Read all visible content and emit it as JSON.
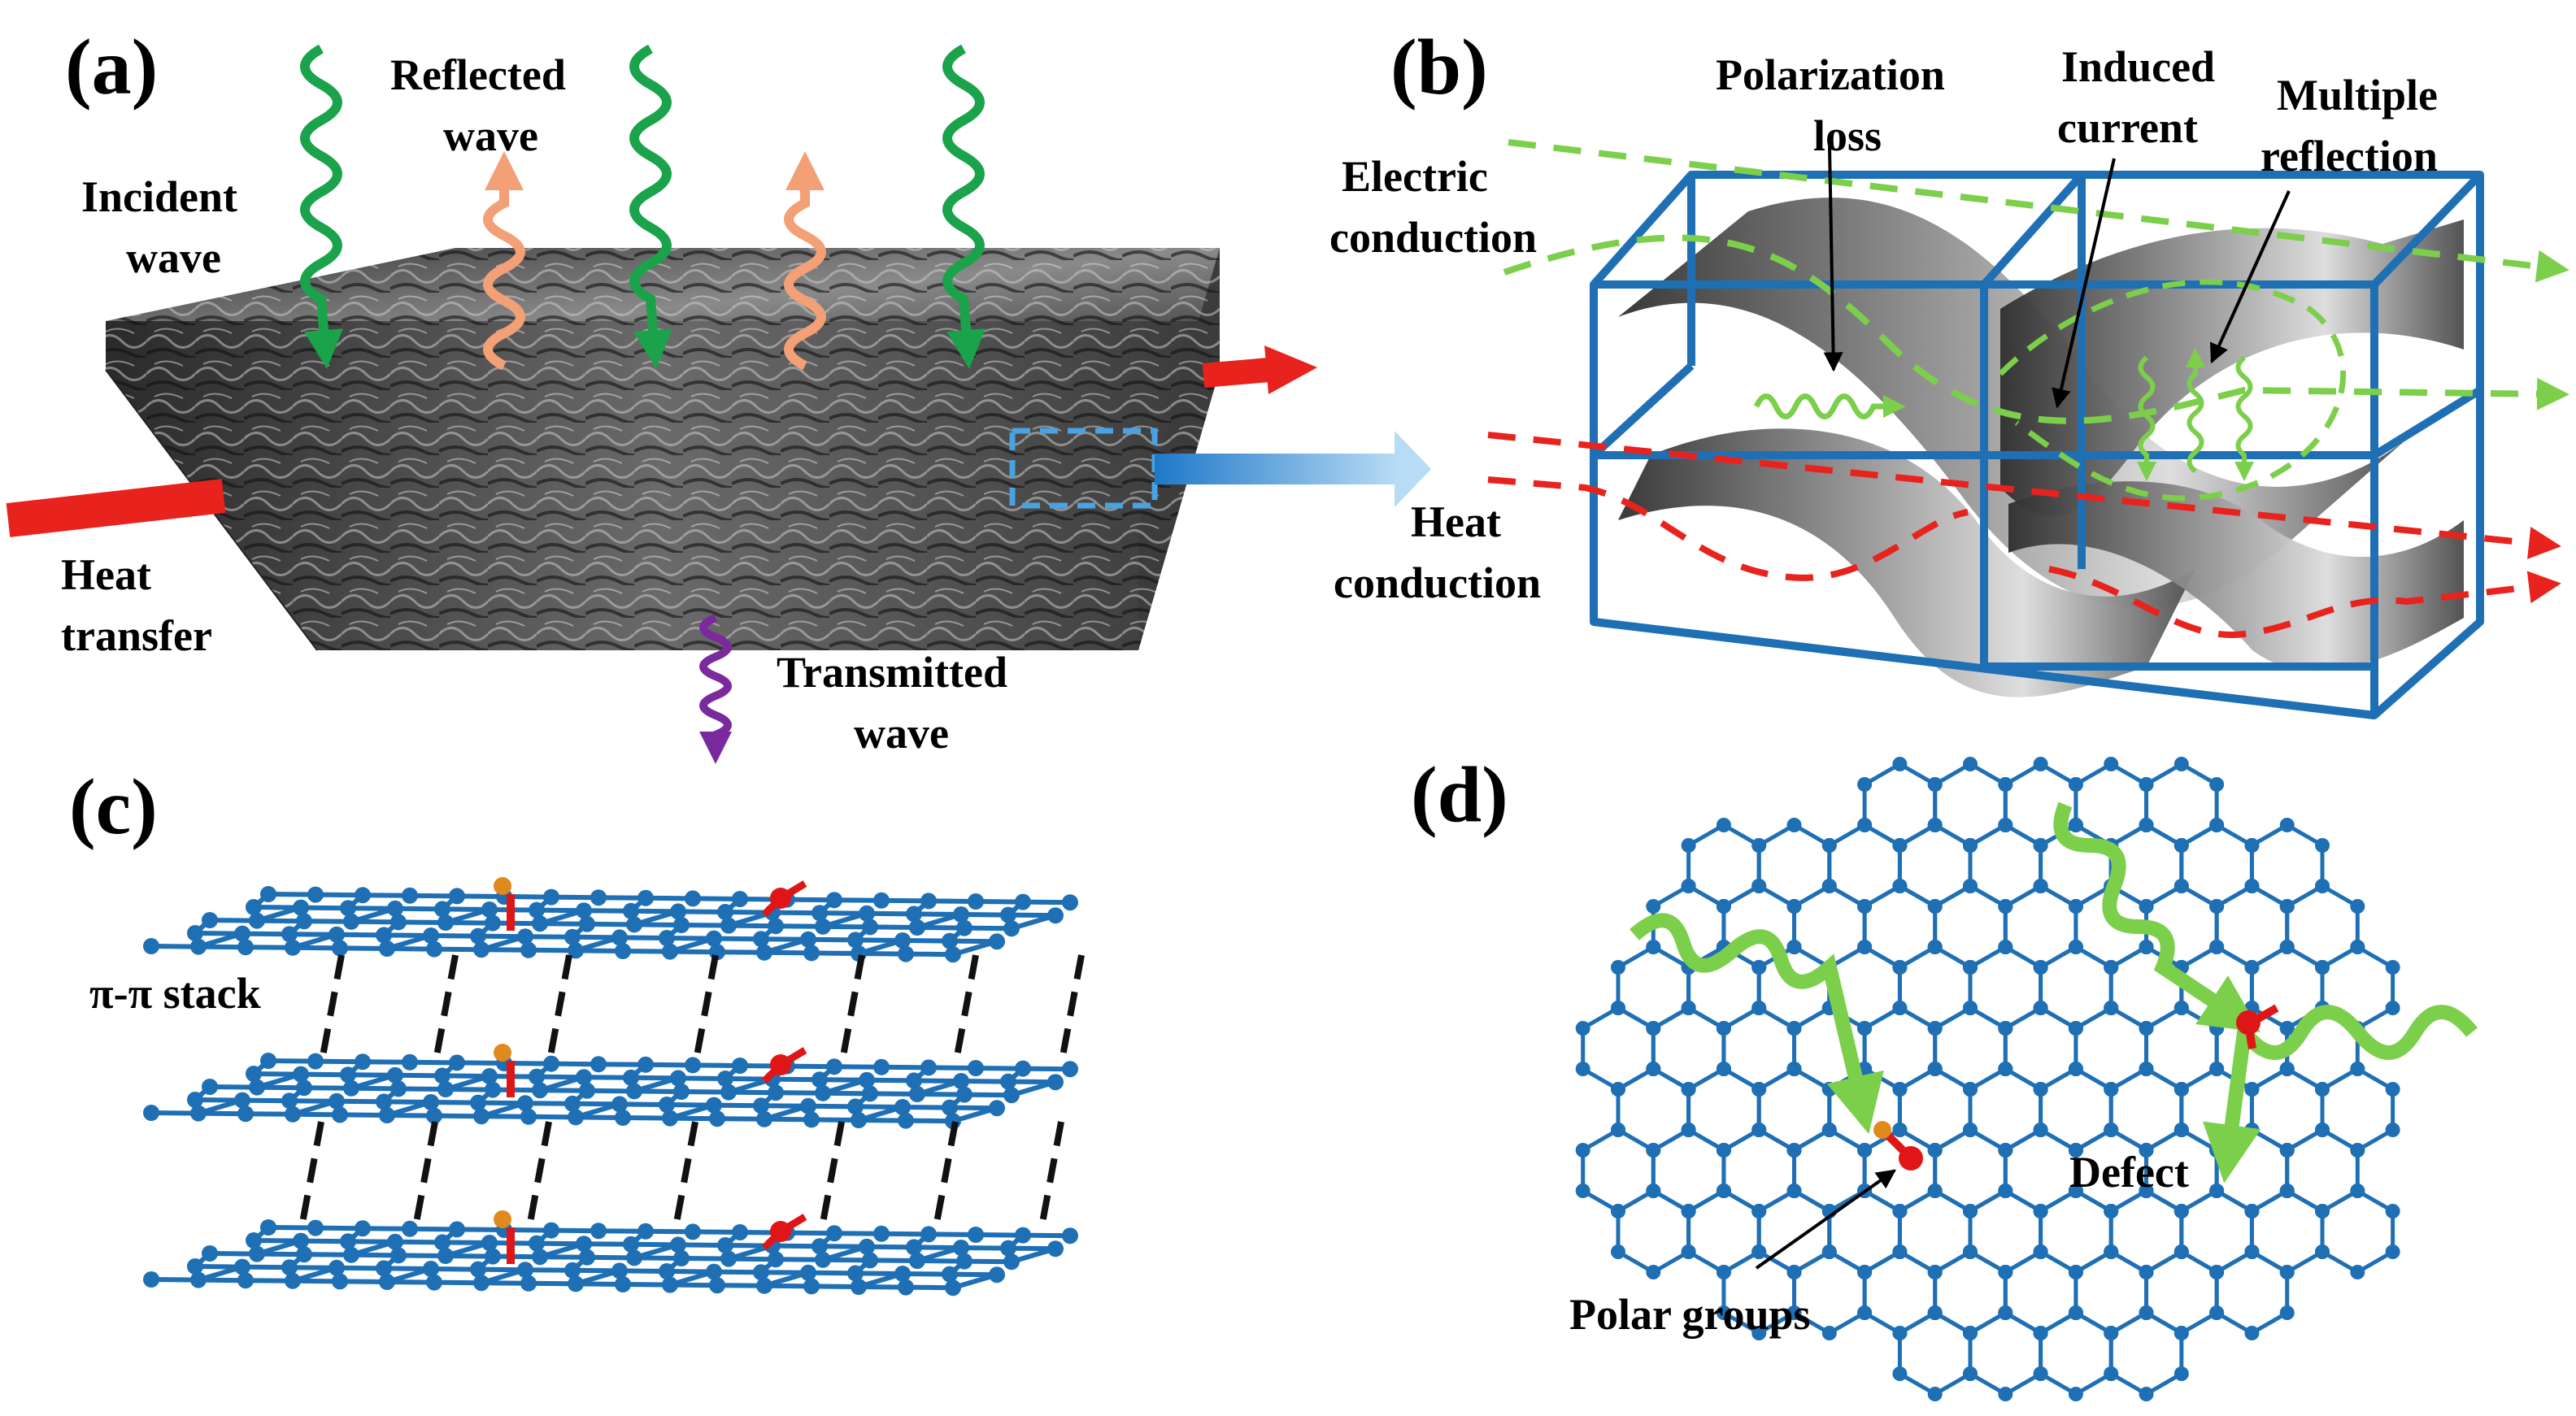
{
  "panels": {
    "a": {
      "label": "(a)",
      "incident_wave": [
        "Incident",
        "wave"
      ],
      "reflected_wave": [
        "Reflected",
        "wave"
      ],
      "heat_transfer": [
        "Heat",
        "transfer"
      ],
      "transmitted_wave": [
        "Transmitted",
        "wave"
      ]
    },
    "b": {
      "label": "(b)",
      "electric_conduction": [
        "Electric",
        "conduction"
      ],
      "polarization_loss": [
        "Polarization",
        "loss"
      ],
      "induced_current": [
        "Induced",
        "current"
      ],
      "multiple_reflection": [
        "Multiple",
        "reflection"
      ],
      "heat_conduction": [
        "Heat",
        "conduction"
      ]
    },
    "c": {
      "label": "(c)",
      "pi_stack": "π-π stack"
    },
    "d": {
      "label": "(d)",
      "defect": "Defect",
      "polar_groups": "Polar groups"
    }
  },
  "colors": {
    "wave_green": "#1aa34a",
    "reflected_orange": "#f4a077",
    "transmitted_purple": "#7b2a9e",
    "heat_red": "#e8231e",
    "frame_blue": "#1f6fb5",
    "lattice_blue": "#1f6fb5",
    "light_green": "#7ccf4a",
    "polar_red": "#e01515",
    "polar_orange": "#e08a1e"
  }
}
